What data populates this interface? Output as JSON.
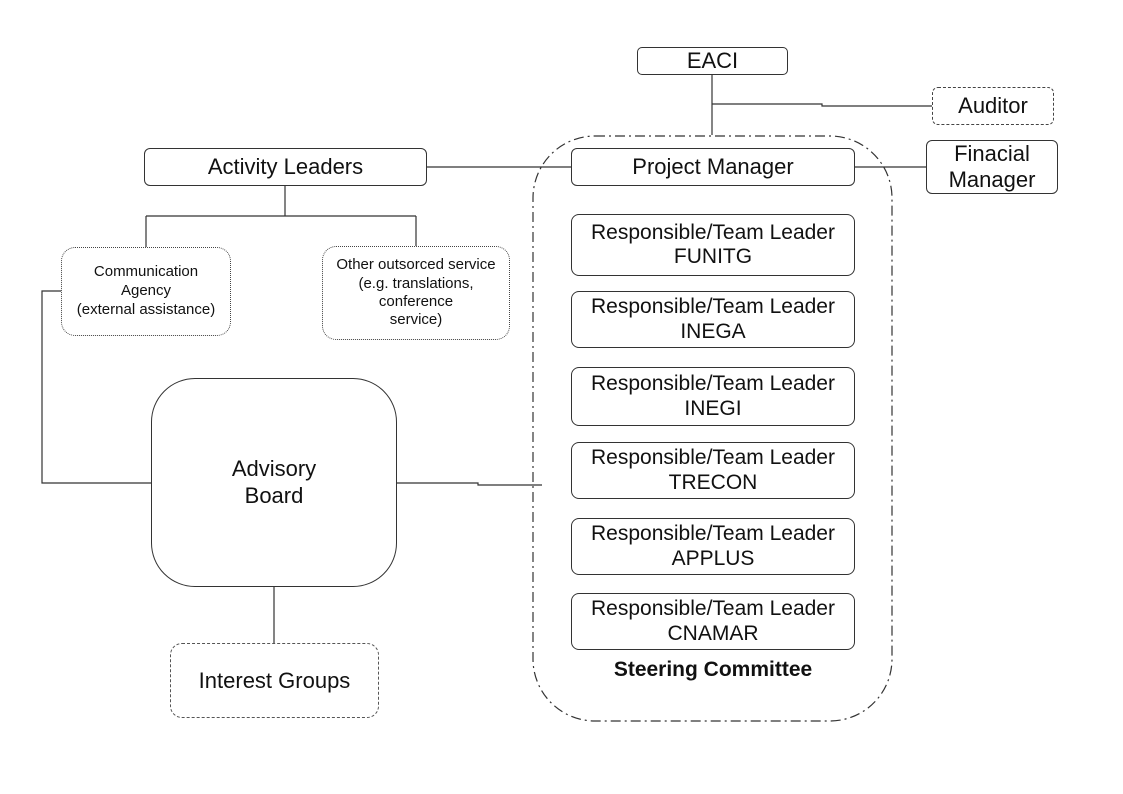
{
  "nodes": {
    "eaci": "EACI",
    "auditor": "Auditor",
    "activity_leaders": "Activity Leaders",
    "project_manager": "Project Manager",
    "financial_manager": {
      "line1": "Finacial",
      "line2": "Manager"
    },
    "communication_agency": {
      "line1": "Communication",
      "line2": "Agency",
      "line3": "(external assistance)"
    },
    "other_service": {
      "line1": "Other outsorced service",
      "line2": "(e.g. translations,",
      "line3": "conference",
      "line4": "service)"
    },
    "advisory_board": {
      "line1": "Advisory",
      "line2": "Board"
    },
    "interest_groups": "Interest Groups"
  },
  "steering_committee": {
    "label": "Steering Committee",
    "members": [
      {
        "role": "Responsible/Team Leader",
        "org": "FUNITG"
      },
      {
        "role": "Responsible/Team Leader",
        "org": "INEGA"
      },
      {
        "role": "Responsible/Team Leader",
        "org": "INEGI"
      },
      {
        "role": "Responsible/Team Leader",
        "org": "TRECON"
      },
      {
        "role": "Responsible/Team Leader",
        "org": "APPLUS"
      },
      {
        "role": "Responsible/Team Leader",
        "org": "CNAMAR"
      }
    ]
  }
}
